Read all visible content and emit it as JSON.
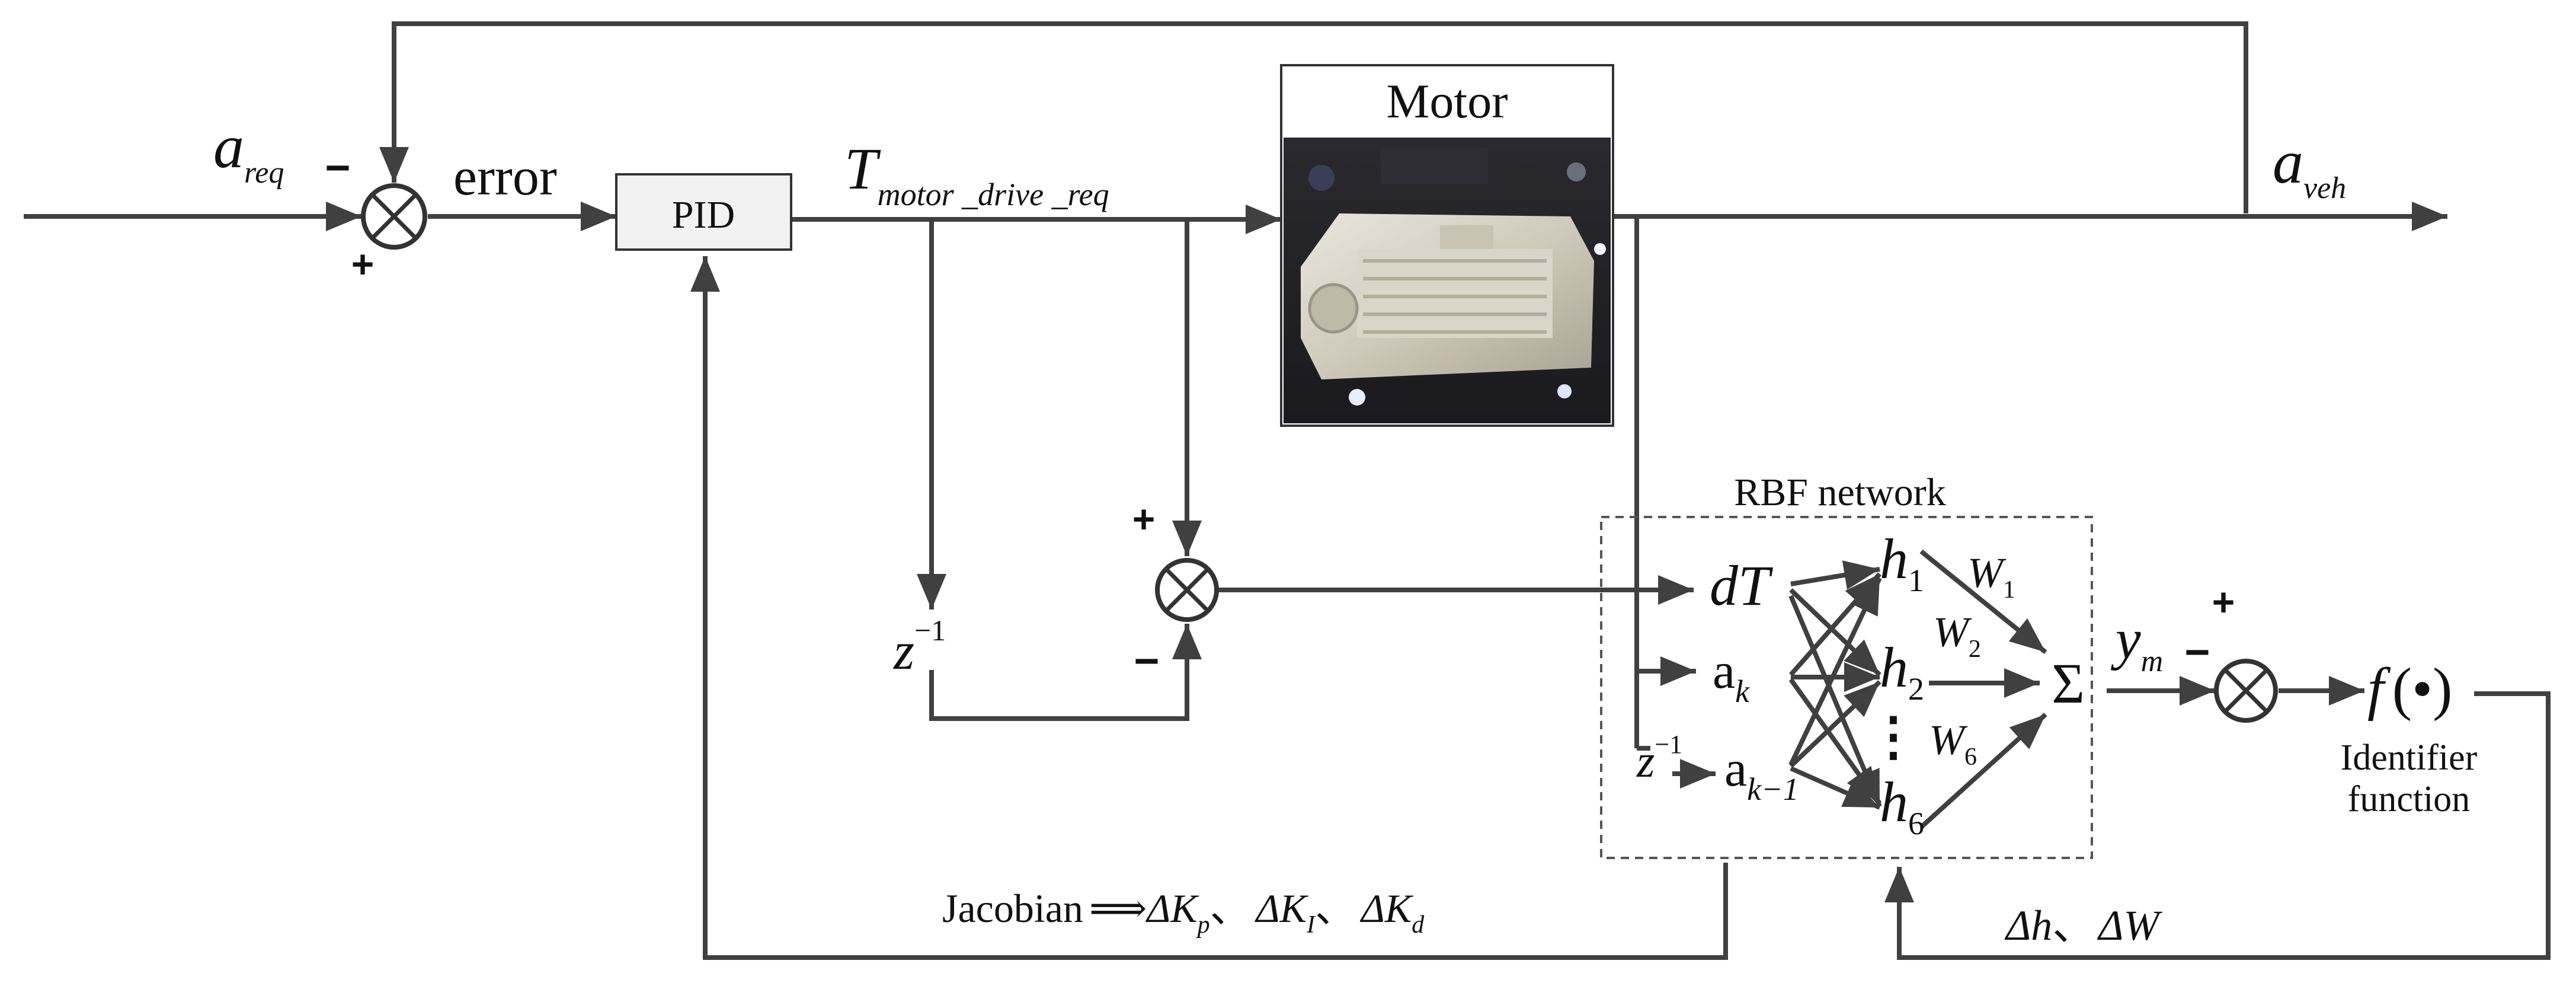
{
  "signals": {
    "a_req": {
      "base": "a",
      "sub": "req"
    },
    "error": "error",
    "torque": {
      "base": "T",
      "sub": "motor _drive _req"
    },
    "a_veh": {
      "base": "a",
      "sub": "veh"
    },
    "y_m": {
      "base": "y",
      "sub": "m"
    }
  },
  "blocks": {
    "pid": "PID",
    "motor": "Motor",
    "rbf_title": "RBF network",
    "identifier": {
      "fn_base": "f",
      "fn_arg": "(•)",
      "caption_line1": "Identifier",
      "caption_line2": "function"
    }
  },
  "delays": {
    "z_inv": {
      "base": "z",
      "sup": "−1"
    }
  },
  "signs": {
    "plus": "+",
    "minus": "−"
  },
  "rbf": {
    "inputs": {
      "dT": "dT",
      "a_k": {
        "base": "a",
        "sub": "k"
      },
      "a_k1": {
        "base": "a",
        "sub": "k−1"
      }
    },
    "hidden": [
      {
        "base": "h",
        "sub": "1"
      },
      {
        "base": "h",
        "sub": "2"
      },
      {
        "base": "h",
        "sub": "6"
      }
    ],
    "dots": "⋮",
    "weights": [
      {
        "base": "W",
        "sub": "1"
      },
      {
        "base": "W",
        "sub": "2"
      },
      {
        "base": "W",
        "sub": "6"
      }
    ],
    "sum": "Σ"
  },
  "feedback": {
    "jacobian": {
      "prefix": "Jacobian",
      "arrow": "⟹",
      "dKp": {
        "base": "ΔK",
        "sub": "p"
      },
      "dKi": {
        "base": "ΔK",
        "sub": "I"
      },
      "dKd": {
        "base": "ΔK",
        "sub": "d"
      },
      "sep": "、"
    },
    "update": {
      "dh": "Δh",
      "sep": "、",
      "dW": "ΔW"
    }
  },
  "icons": {
    "summing_junction": "circle-times-icon",
    "motor_photo": "motor-photo-icon"
  },
  "colors": {
    "line": "#404040",
    "text": "#111111",
    "dashed_box": "#555555"
  }
}
